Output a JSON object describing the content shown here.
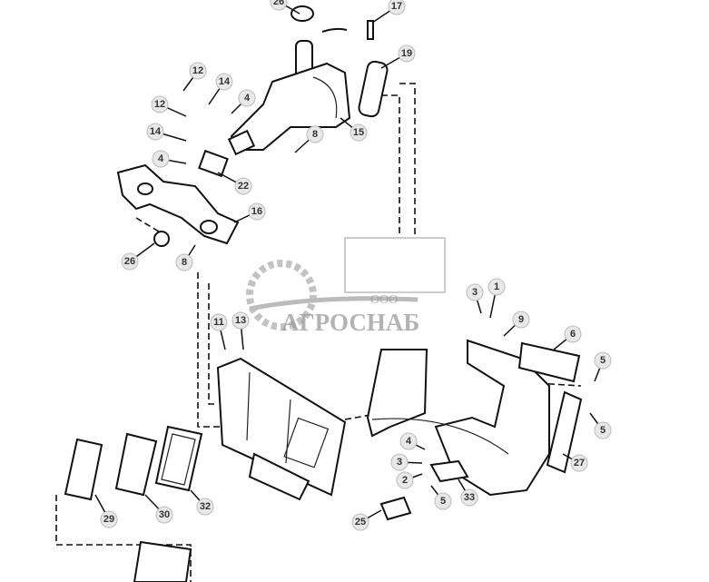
{
  "diagram": {
    "callouts": [
      "26",
      "17",
      "19",
      "12",
      "14",
      "4",
      "12",
      "14",
      "4",
      "8",
      "15",
      "22",
      "16",
      "26",
      "8",
      "3",
      "1",
      "9",
      "6",
      "5",
      "5",
      "27",
      "11",
      "13",
      "4",
      "3",
      "2",
      "5",
      "33",
      "25",
      "29",
      "30",
      "32"
    ]
  },
  "watermark": {
    "prefix": "ООО",
    "name": "АГРОСНАБ"
  },
  "colors": {
    "line": "#111111",
    "callout_fill": "#e8e8e8",
    "watermark": "#9a9a9a"
  }
}
